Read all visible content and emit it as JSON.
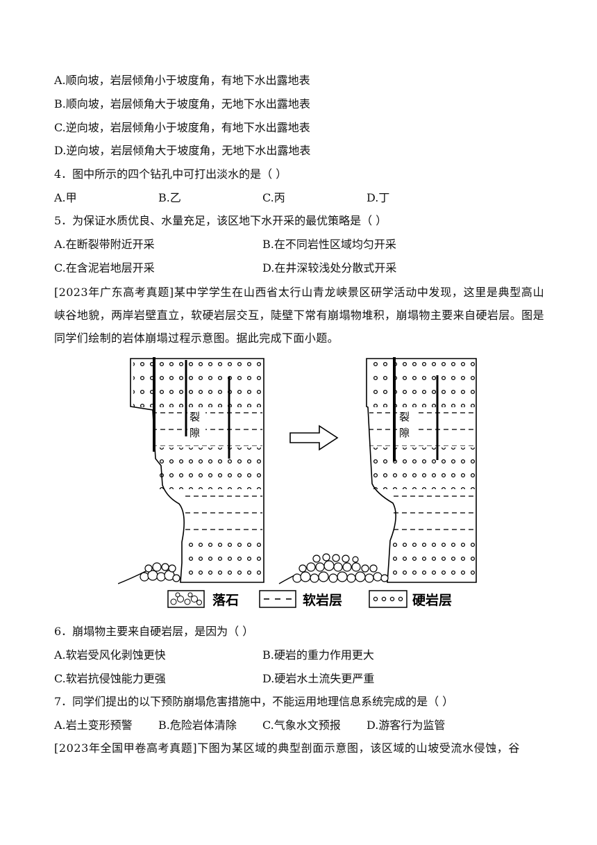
{
  "q3_options": [
    "A.顺向坡，岩层倾角小于坡度角，有地下水出露地表",
    "B.顺向坡，岩层倾角大于坡度角，无地下水出露地表",
    "C.逆向坡，岩层倾角小于坡度角，有地下水出露地表",
    "D.逆向坡，岩层倾角大于坡度角，无地下水出露地表"
  ],
  "q4": {
    "stem": "4．图中所示的四个钻孔中可打出淡水的是（    ）",
    "options": [
      "A.甲",
      "B.乙",
      "C.丙",
      "D.丁"
    ]
  },
  "q5": {
    "stem": "5．为保证水质优良、水量充足，该区地下水开采的最优策略是（    ）",
    "options": [
      "A.在断裂带附近开采",
      "B.在不同岩性区域均匀开采",
      "C.在含泥岩地层开采",
      "D.在井深较浅处分散式开采"
    ]
  },
  "intro_guangdong": "[2023年广东高考真题]某中学学生在山西省太行山青龙峡景区研学活动中发现，这里是典型高山峡谷地貌，两岸岩壁直立，软硬岩层交互，陡壁下常有崩塌物堆积，崩塌物主要来自硬岩层。图是同学们绘制的岩体崩塌过程示意图。据此完成下面小题。",
  "figure": {
    "crack_label": [
      "裂",
      "隙"
    ],
    "legend": {
      "rockfall": "落石",
      "soft_rock": "软岩层",
      "hard_rock": "硬岩层"
    }
  },
  "q6": {
    "stem": "6．崩塌物主要来自硬岩层，是因为（    ）",
    "options": [
      "A.软岩受风化剥蚀更快",
      "B.硬岩的重力作用更大",
      "C.软岩抗侵蚀能力更强",
      "D.硬岩水土流失更严重"
    ]
  },
  "q7": {
    "stem": "7．同学们提出的以下预防崩塌危害措施中，不能运用地理信息系统完成的是（    ）",
    "options": [
      "A.岩土变形预警",
      "B.危险岩体清除",
      "C.气象水文预报",
      "D.游客行为监管"
    ]
  },
  "intro_jia": "[2023年全国甲卷高考真题]下图为某区域的典型剖面示意图，该区域的山坡受流水侵蚀，谷"
}
